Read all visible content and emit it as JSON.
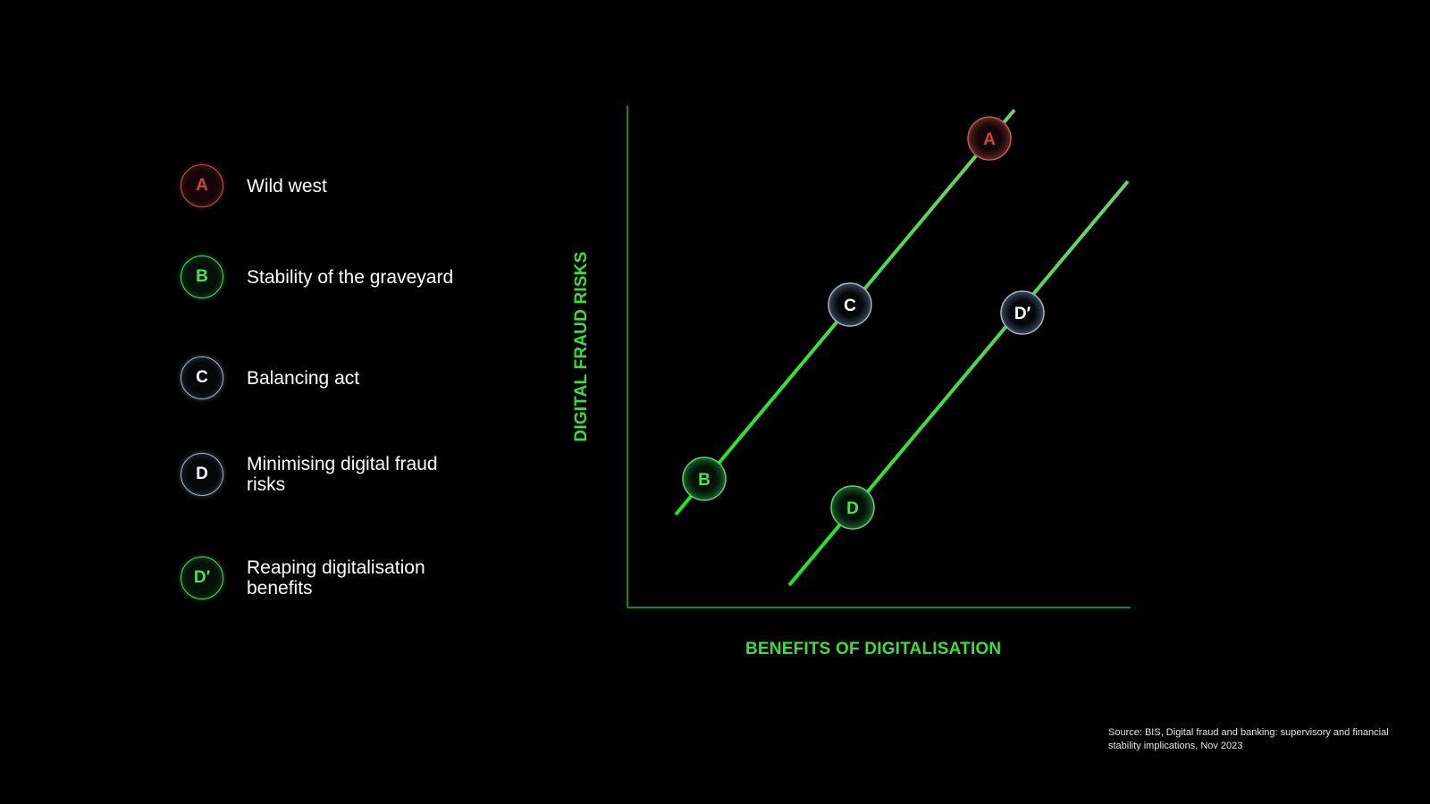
{
  "legend": {
    "items": [
      {
        "badge": "A",
        "label": "Wild west",
        "style": "red"
      },
      {
        "badge": "B",
        "label": "Stability of the graveyard",
        "style": "green"
      },
      {
        "badge": "C",
        "label": "Balancing act",
        "style": "grey"
      },
      {
        "badge": "D",
        "label": "Minimising digital fraud risks",
        "style": "grey"
      },
      {
        "badge": "D′",
        "label": "Reaping digitalisation benefits",
        "style": "green"
      }
    ]
  },
  "axes": {
    "x_title": "BENEFITS OF DIGITALISATION",
    "y_title": "DIGITAL FRAUD RISKS"
  },
  "diagram": {
    "points": [
      {
        "badge": "A",
        "style": "red"
      },
      {
        "badge": "B",
        "style": "green"
      },
      {
        "badge": "C",
        "style": "grey"
      },
      {
        "badge": "D",
        "style": "green"
      },
      {
        "badge": "D′",
        "style": "grey"
      }
    ]
  },
  "source": "Source: BIS, Digital fraud and banking: supervisory and financial stability implications, Nov 2023",
  "colors": {
    "background": "#000000",
    "accent_green": "#3fdd3a",
    "axis_green": "#2fae2a",
    "badge_red": "#d0443f",
    "text": "#ffffff"
  }
}
